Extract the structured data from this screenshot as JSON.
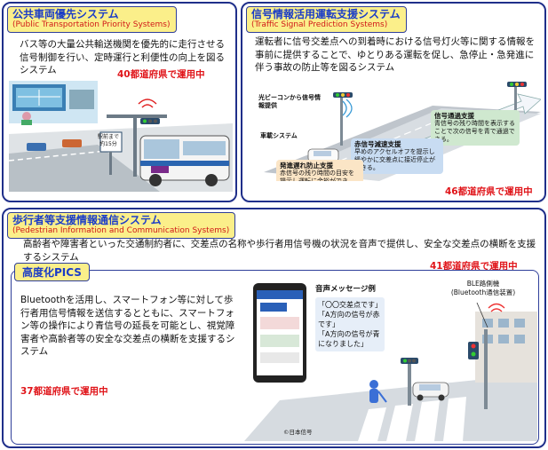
{
  "ptps": {
    "title_jp": "公共車両優先システム",
    "title_en": "(Public Transportation Priority Systems)",
    "description": "バス等の大量公共輸送機関を優先的に走行させる信号制御を行い、定時運行と利便性の向上を図るシステム",
    "status": "40都道府県で運用中",
    "sign_line1": "駅前まで",
    "sign_line2": "約15分"
  },
  "tsps": {
    "title_jp": "信号情報活用運転支援システム",
    "title_en": "(Traffic Signal Prediction Systems)",
    "description": "運転者に信号交差点への到着時における信号灯火等に関する情報を事前に提供することで、ゆとりある運転を促し、急停止・急発進に伴う事故の防止等を図るシステム",
    "status": "46都道府県で運用中",
    "beacon_label": "光ビーコンから信号情報提供",
    "onboard_label": "車載システム",
    "green_title": "信号通過支援",
    "green_text": "青信号の残り時間を表示することで次の信号を青で通過できる。",
    "red_title": "赤信号減速支援",
    "red_text": "早めのアクセルオフを提示し緩やかに交差点に接近停止ができる。",
    "start_title": "発進遅れ防止支援",
    "start_text": "赤信号の残り時間の目安を提示し運転に余裕ができる。"
  },
  "pics": {
    "title_jp": "歩行者等支援情報通信システム",
    "title_en": "(Pedestrian Information and Communication Systems)",
    "description": "高齢者や障害者といった交通制約者に、交差点の名称や歩行者用信号機の状況を音声で提供し、安全な交差点の横断を支援するシステム",
    "status": "41都道府県で運用中",
    "sub_title": "高度化PICS",
    "sub_description": "Bluetoothを活用し、スマートフォン等に対して歩行者用信号情報を送信するとともに、スマートフォン等の操作により青信号の延長を可能とし、視覚障害者や高齢者等の安全な交差点の横断を支援するシステム",
    "sub_status": "37都道府県で運用中",
    "voice_title": "音声メッセージ例",
    "voice_msg1": "「〇〇交差点です」",
    "voice_msg2": "「A方向の信号が赤です」",
    "voice_msg3": "「A方向の信号が青になりました」",
    "ble_label": "BLE路側機",
    "ble_sub": "(Bluetooth通信装置)",
    "phone_credit": "©日本信号"
  }
}
